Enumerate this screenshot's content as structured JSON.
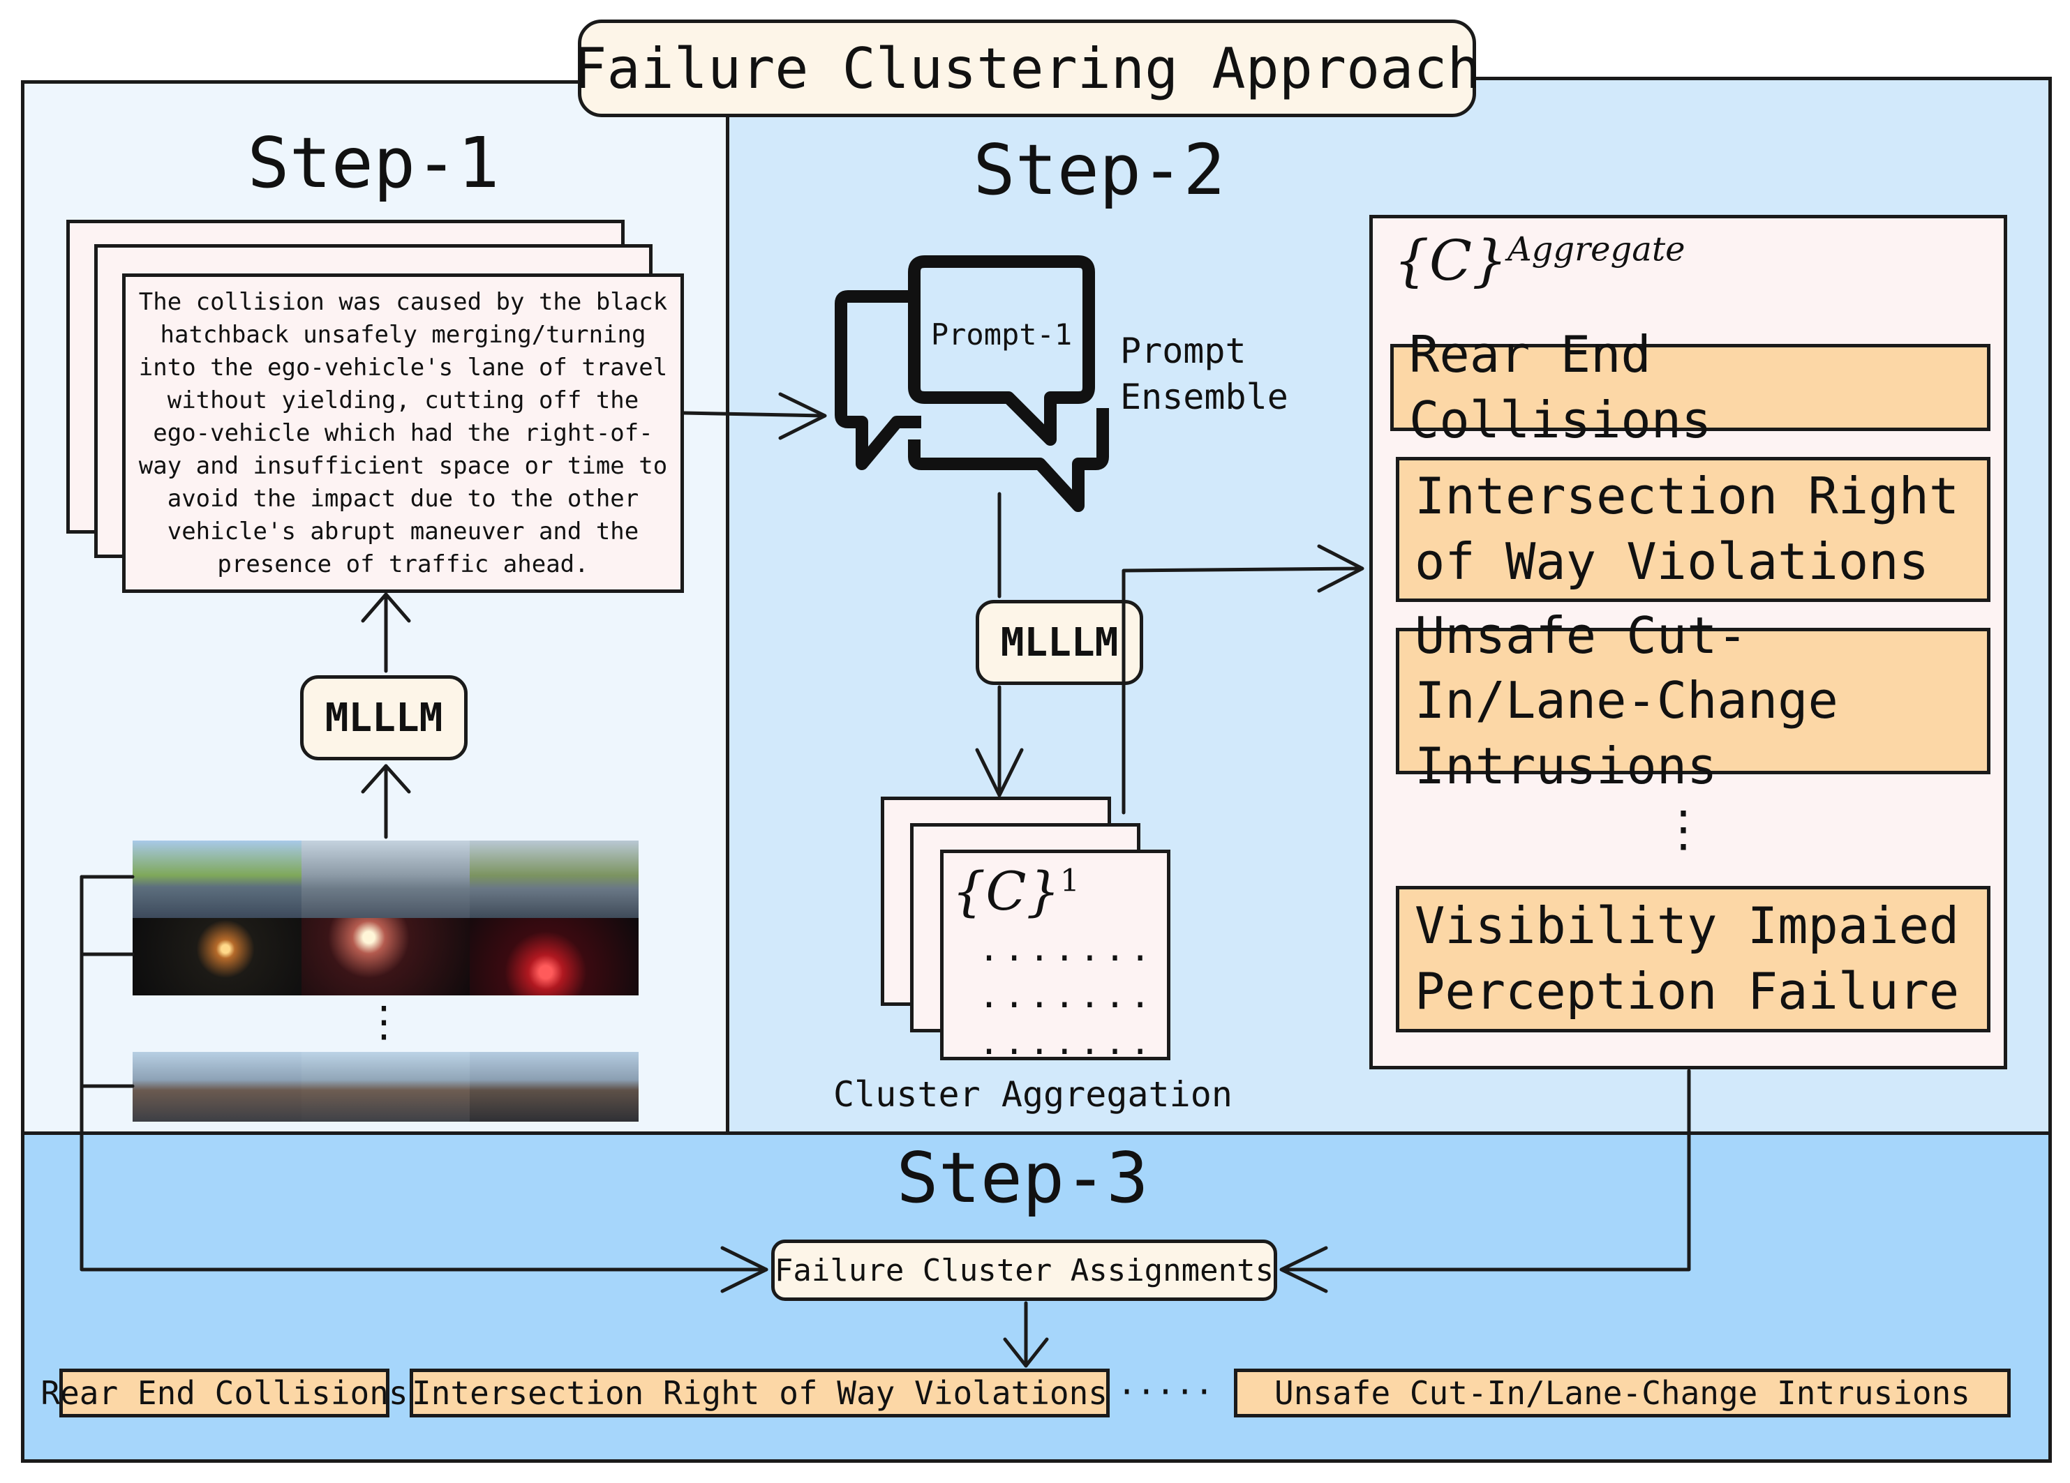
{
  "title": "Failure Clustering Approach",
  "step1": {
    "title": "Step-1",
    "description": "The collision was caused by the black hatchback unsafely merging/turning into the ego-vehicle's lane of travel without yielding, cutting off the ego-vehicle which had the right-of-way and insufficient space or time to avoid the impact due to the other vehicle's abrupt maneuver and the presence of traffic ahead.",
    "model_label": "MLLLM",
    "ellipsis": "⋮"
  },
  "step2": {
    "title": "Step-2",
    "prompt_label": "Prompt-1",
    "ensemble_label_line1": "Prompt",
    "ensemble_label_line2": "Ensemble",
    "model_label": "MLLLM",
    "cluster_set_symbol": "{C}",
    "cluster_set_superscript": "1",
    "cluster_placeholder_lines": [
      ".......",
      ".......",
      "......."
    ],
    "cluster_aggregation_label": "Cluster Aggregation",
    "aggregate_symbol": "{C}",
    "aggregate_superscript": "Aggregate",
    "aggregate_categories": [
      "Rear End Collisions",
      "Intersection Right of Way Violations",
      "Unsafe Cut-In/Lane-Change Intrusions",
      "Visibility Impaied Perception Failure"
    ],
    "aggregate_ellipsis": "⋮"
  },
  "step3": {
    "title": "Step-3",
    "assignment_label": "Failure Cluster Assignments",
    "assigned_tags": [
      "Rear End Collisions",
      "Intersection Right of Way Violations",
      "Unsafe Cut-In/Lane-Change Intrusions"
    ],
    "tags_ellipsis": "·····"
  },
  "colors": {
    "step1_bg": "#eef6fd",
    "step2_bg": "#d2e9fb",
    "step3_bg": "#a6d6fb",
    "title_bg": "#fdf5e8",
    "category_fill": "#fcd7a6",
    "sheet_fill": "#fdf3f3"
  }
}
